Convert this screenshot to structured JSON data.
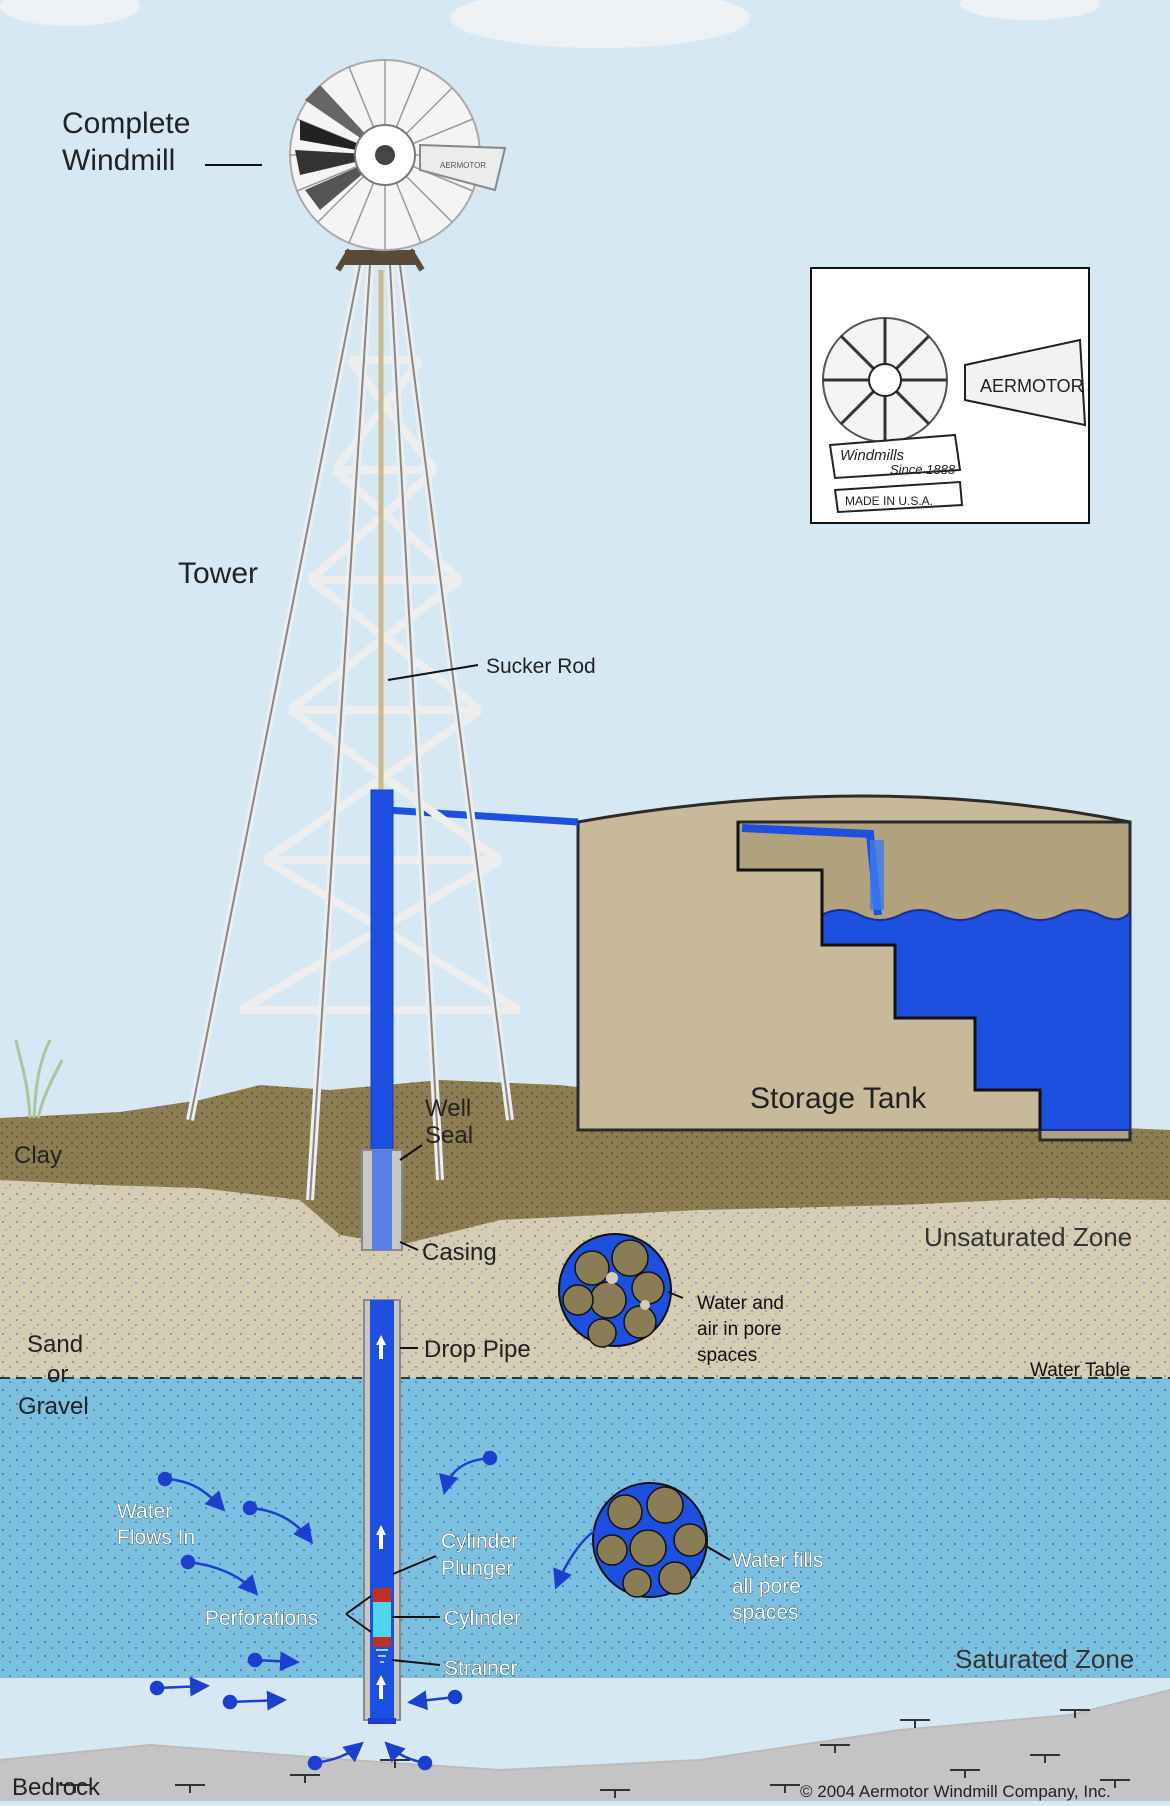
{
  "labels": {
    "complete_windmill_line1": "Complete",
    "complete_windmill_line2": "Windmill",
    "tower": "Tower",
    "sucker_rod": "Sucker Rod",
    "storage_tank": "Storage Tank",
    "well_seal_line1": "Well",
    "well_seal_line2": "Seal",
    "clay": "Clay",
    "casing": "Casing",
    "unsaturated_zone": "Unsaturated Zone",
    "water_air_line1": "Water and",
    "water_air_line2": "air in pore",
    "water_air_line3": "spaces",
    "sand_line1": "Sand",
    "sand_line2": "or",
    "sand_line3": "Gravel",
    "drop_pipe": "Drop Pipe",
    "water_table": "Water Table",
    "water_flows_line1": "Water",
    "water_flows_line2": "Flows In",
    "cylinder_plunger_line1": "Cylinder",
    "cylinder_plunger_line2": "Plunger",
    "water_fills_line1": "Water fills",
    "water_fills_line2": "all pore",
    "water_fills_line3": "spaces",
    "perforations": "Perforations",
    "cylinder": "Cylinder",
    "strainer": "Strainer",
    "saturated_zone": "Saturated Zone",
    "bedrock": "Bedrock",
    "copyright": "© 2004 Aermotor Windmill Company, Inc."
  },
  "logo": {
    "brand": "AERMOTOR",
    "tagline_line1": "Windmills",
    "tagline_line2": "Since 1888",
    "made_in": "MADE IN U.S.A."
  },
  "colors": {
    "sky": "#d6e8f3",
    "clay": "#8c7d52",
    "sand": "#d5ccb2",
    "saturated": "#7cc0df",
    "bedrock": "#c4c4c4",
    "water": "#1d4fe0",
    "tank": "#c7b99a"
  }
}
